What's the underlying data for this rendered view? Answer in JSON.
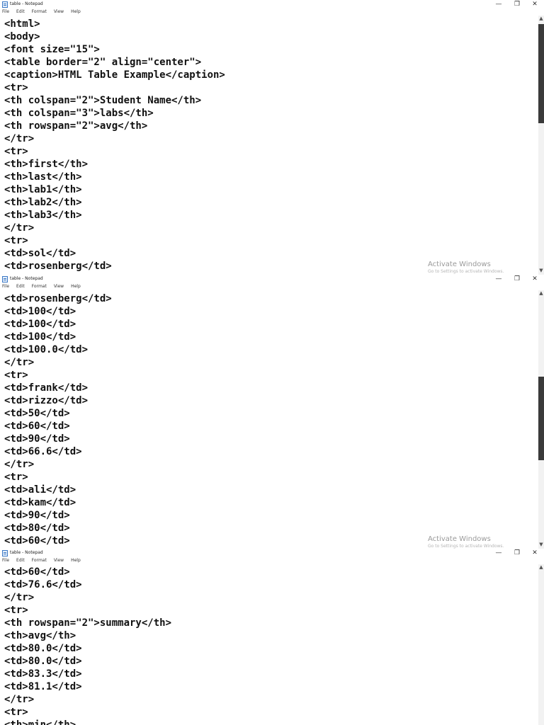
{
  "window_title": "table - Notepad",
  "menu": [
    "File",
    "Edit",
    "Format",
    "View",
    "Help"
  ],
  "controls": {
    "minimize": "—",
    "maximize": "❐",
    "close": "✕"
  },
  "scroll": {
    "up": "▲",
    "down": "▼"
  },
  "watermark": {
    "title": "Activate Windows",
    "subtitle": "Go to Settings to activate Windows."
  },
  "panel1_lines": [
    "<html>",
    "<body>",
    "<font size=\"15\">",
    "<table border=\"2\" align=\"center\">",
    "<caption>HTML Table Example</caption>",
    "<tr>",
    "<th colspan=\"2\">Student Name</th>",
    "<th colspan=\"3\">labs</th>",
    "<th rowspan=\"2\">avg</th>",
    "</tr>",
    "<tr>",
    "<th>first</th>",
    "<th>last</th>",
    "<th>lab1</th>",
    "<th>lab2</th>",
    "<th>lab3</th>",
    "</tr>",
    "<tr>",
    "<td>sol</td>",
    "<td>rosenberg</td>"
  ],
  "panel2_lines": [
    "<td>rosenberg</td>",
    "<td>100</td>",
    "<td>100</td>",
    "<td>100</td>",
    "<td>100.0</td>",
    "</tr>",
    "<tr>",
    "<td>frank</td>",
    "<td>rizzo</td>",
    "<td>50</td>",
    "<td>60</td>",
    "<td>90</td>",
    "<td>66.6</td>",
    "</tr>",
    "<tr>",
    "<td>ali</td>",
    "<td>kam</td>",
    "<td>90</td>",
    "<td>80</td>",
    "<td>60</td>"
  ],
  "panel3_lines": [
    "<td>60</td>",
    "<td>76.6</td>",
    "</tr>",
    "<tr>",
    "<th rowspan=\"2\">summary</th>",
    "<th>avg</th>",
    "<td>80.0</td>",
    "<td>80.0</td>",
    "<td>83.3</td>",
    "<td>81.1</td>",
    "</tr>",
    "<tr>",
    "<th>min</th>"
  ]
}
